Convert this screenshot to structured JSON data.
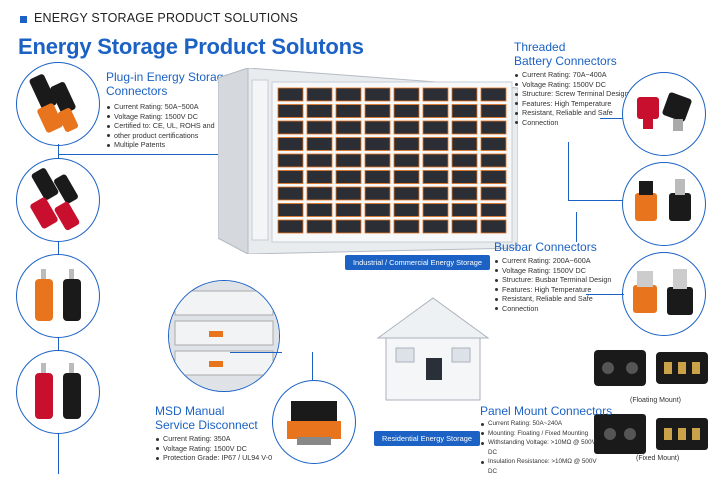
{
  "header": {
    "text": "ENERGY STORAGE PRODUCT SOLUTIONS"
  },
  "title": "Energy Storage Product Solutons",
  "plugin": {
    "title_line1": "Plug-in Energy Storage",
    "title_line2": "Connectors",
    "bullets": [
      "Current Rating: 50A~500A",
      "Voltage Rating:  1500V DC",
      "Certified to: CE, UL,  ROHS and",
      "other product certifications",
      "Multiple Patents"
    ]
  },
  "threaded": {
    "title_line1": "Threaded",
    "title_line2": "Battery Connectors",
    "bullets": [
      "Current Rating: 70A~400A",
      "Voltage Rating: 1500V DC",
      "Structure: Screw Terminal Design",
      "Features: High Temperature",
      "Resistant, Reliable and Safe",
      "Connection"
    ]
  },
  "busbar": {
    "title": "Busbar Connectors",
    "bullets": [
      "Current Rating:  200A~600A",
      "Voltage Rating:  1500V DC",
      "Structure: Busbar Terminal Design",
      "Features: High Temperature",
      "Resistant, Reliable and Safe",
      "Connection"
    ]
  },
  "msd": {
    "title_line1": "MSD Manual",
    "title_line2": "Service Disconnect",
    "bullets": [
      "Current Rating:  350A",
      "Voltage Rating:  1500V DC",
      "Protection Grade: IP67 / UL94 V-0"
    ]
  },
  "panel": {
    "title": "Panel Mount Connectors",
    "bullets": [
      "Current Rating:  50A~240A",
      "Mounting: Floating / Fixed Mounting",
      "Withstanding Voltage: >10MΩ @ 500V DC",
      "Insulation Resistance: >10MΩ @ 500V DC"
    ]
  },
  "labels": {
    "industrial": "Industrial / Commercial Energy Storage",
    "residential": "Residential Energy Storage",
    "floating": "(Floating Mount)",
    "fixed": "(Fixed Mount)"
  },
  "colors": {
    "accent": "#1b62c4",
    "orange": "#e8741e",
    "red": "#c8102e",
    "black": "#1a1a1a"
  }
}
